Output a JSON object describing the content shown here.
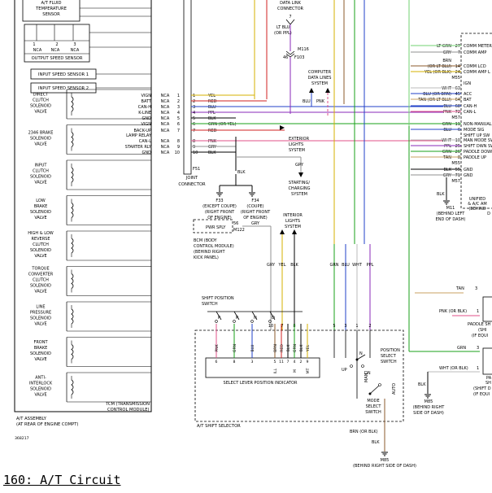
{
  "figure_caption": "160: A/T Circuit",
  "figure_code": "368217",
  "tcm": {
    "top_boxes": [
      {
        "key": "fluid",
        "lines": [
          "A/T FLUID",
          "TEMPERATURE",
          "SENSOR"
        ]
      },
      {
        "key": "out",
        "lines": [
          "OUTPUT SPEED SENSOR"
        ]
      },
      {
        "key": "in1",
        "lines": [
          "INPUT SPEED SENSOR 1"
        ]
      },
      {
        "key": "in2",
        "lines": [
          "INPUT SPEED SENSOR 2"
        ]
      }
    ],
    "output_pins": [
      "1",
      "2",
      "3"
    ],
    "output_nca": [
      "NCA",
      "NCA",
      "NCA"
    ],
    "solenoids": [
      {
        "key": "direct-clutch",
        "lines": [
          "DIRECT",
          "CLUTCH",
          "SOLENOID",
          "VALVE"
        ]
      },
      {
        "key": "2346-brake",
        "lines": [
          "2346 BRAKE",
          "SOLENOID",
          "VALVE"
        ]
      },
      {
        "key": "input-clutch",
        "lines": [
          "INPUT",
          "CLUTCH",
          "SOLENOID",
          "VALVE"
        ]
      },
      {
        "key": "low-brake",
        "lines": [
          "LOW",
          "BRAKE",
          "SOLENOID",
          "VALVE"
        ]
      },
      {
        "key": "high-low-reverse",
        "lines": [
          "HIGH & LOW",
          "REVERSE",
          "CLUTCH",
          "SOLENOID",
          "VALVE"
        ]
      },
      {
        "key": "torque-converter",
        "lines": [
          "TORQUE",
          "CONVERTER",
          "CLUTCH",
          "SOLENOID",
          "VALVE"
        ]
      },
      {
        "key": "line-pressure",
        "lines": [
          "LINE",
          "PRESSURE",
          "SOLENOID",
          "VALVE"
        ]
      },
      {
        "key": "front-brake",
        "lines": [
          "FRONT",
          "BRAKE",
          "SOLENOID",
          "VALVE"
        ]
      },
      {
        "key": "anti-interlock",
        "lines": [
          "ANTI-",
          "INTERLOCK",
          "SOLENOID",
          "VALVE"
        ]
      }
    ],
    "label": [
      "TCM (TRANSMISSION",
      "CONTROL MODULE)"
    ],
    "assembly": [
      "A/T ASSEMBLY",
      "(AT REAR OF ENGINE COMPT)"
    ]
  },
  "joint_connector": {
    "label": [
      "JOINT",
      "CONNECTOR"
    ],
    "rows": [
      {
        "signal": "VIGN",
        "nca": "NCA",
        "pin": "1",
        "right_pin": "1",
        "wire": "YEL",
        "color": "#d4b000"
      },
      {
        "signal": "BATT",
        "nca": "NCA",
        "pin": "2",
        "right_pin": "2",
        "wire": "RED",
        "color": "#d22020"
      },
      {
        "signal": "CAN-H",
        "nca": "NCA",
        "pin": "3",
        "right_pin": "3",
        "wire": "BLU",
        "color": "#2040c8"
      },
      {
        "signal": "K-LINE",
        "nca": "NCA",
        "pin": "4",
        "right_pin": "4",
        "wire": "PPL",
        "color": "#8a2ab8"
      },
      {
        "signal": "GND",
        "nca": "NCA",
        "pin": "5",
        "right_pin": "5",
        "wire": "BLK",
        "color": "#000000"
      },
      {
        "signal": "VIGN",
        "nca": "NCA",
        "pin": "6",
        "right_pin": "6",
        "wire": "GRN (OR YEL)",
        "color": "#18a018"
      },
      {
        "signal": "BACK-UP",
        "nca": "NCA",
        "pin": "7",
        "right_pin": "7",
        "wire": "RED",
        "color": "#d22020"
      },
      {
        "signal": "LAMP RELAY",
        "nca": "",
        "pin": "",
        "right_pin": "",
        "wire": "",
        "color": ""
      },
      {
        "signal": "CAN-L",
        "nca": "NCA",
        "pin": "8",
        "right_pin": "8",
        "wire": "PNK",
        "color": "#e0508a"
      },
      {
        "signal": "STARTER RLY",
        "nca": "NCA",
        "pin": "9",
        "right_pin": "9",
        "wire": "GRY",
        "color": "#909090"
      },
      {
        "signal": "GND",
        "nca": "NCA",
        "pin": "10",
        "right_pin": "10",
        "wire": "BLK",
        "color": "#000000"
      }
    ],
    "f51": "F51",
    "blk_label": "BLK"
  },
  "grounds": {
    "f33": [
      "F33",
      "(EXCEPT COUPE)",
      "(RIGHT FRONT",
      "OF ENGINE)"
    ],
    "f34": [
      "F34",
      "(COUPE)",
      "(RIGHT FRONT",
      "OF ENGINE)"
    ],
    "m11": [
      "M11",
      "(BEHIND LEFT",
      "END OF DASH)"
    ],
    "m85_left": [
      "M85",
      "(BEHIND RIGHT",
      "SIDE OF DASH)"
    ],
    "m85_bottom": [
      "M85",
      "(BEHIND RIGHT SIDE OF DASH)"
    ]
  },
  "top": {
    "dlc": [
      "DATA LINK",
      "CONNECTOR"
    ],
    "dlc_pin": "7",
    "dlc_wire": [
      "LT BLU",
      "(OR PPL)"
    ],
    "m116": "M116",
    "m116_pin": "46",
    "f103": "F103",
    "cdl": [
      "COMPUTER",
      "DATA LINES",
      "SYSTEM"
    ],
    "cdl_blu": "BLU",
    "cdl_pnk": "PNK",
    "ext": [
      "EXTERIOR",
      "LIGHTS",
      "SYSTEM"
    ],
    "gry": "GRY",
    "starting": [
      "STARTING/",
      "CHARGING",
      "SYSTEM"
    ]
  },
  "right_connector": {
    "rows": [
      {
        "wire": "LT GRN",
        "pin": "27",
        "label": "COMM METER",
        "color": "#70d070"
      },
      {
        "wire": "GRY",
        "pin": "7",
        "label": "COMM AMP",
        "color": "#909090"
      },
      {
        "wire": "BRN",
        "pin": "",
        "label": "",
        "color": "#8b5a2b"
      },
      {
        "wire": "(OR LT BLU)",
        "pin": "14",
        "label": "COMM LCD",
        "color": "#8b5a2b"
      },
      {
        "wire": "YEL (OR BLK)",
        "pin": "24",
        "label": "COMM AMP L",
        "color": "#d4b000"
      },
      {
        "wire": "",
        "pin": "M55",
        "label": "",
        "color": ""
      },
      {
        "wire": "",
        "pin": "",
        "label": "IGN",
        "color": ""
      },
      {
        "wire": "WHT",
        "pin": "63",
        "label": "",
        "color": "#bbbbbb"
      },
      {
        "wire": "BLU (OR BRN)",
        "pin": "45",
        "label": "ACC",
        "color": "#2040c8"
      },
      {
        "wire": "TAN (OR LT BLU)",
        "pin": "64",
        "label": "BAT",
        "color": "#c8a060"
      },
      {
        "wire": "BLU",
        "pin": "68",
        "label": "CAN-H",
        "color": "#2040c8"
      },
      {
        "wire": "PNK",
        "pin": "72",
        "label": "CAN-L",
        "color": "#e0508a"
      },
      {
        "wire": "",
        "pin": "M57",
        "label": "",
        "color": ""
      },
      {
        "wire": "GRN",
        "pin": "11",
        "label": "NON-MANUAL",
        "color": "#18a018"
      },
      {
        "wire": "BLU",
        "pin": "6",
        "label": "MODE SIG",
        "color": "#2040c8"
      },
      {
        "wire": "",
        "pin": "",
        "label": "SHIFT UP SW",
        "color": ""
      },
      {
        "wire": "WHT",
        "pin": "10",
        "label": "MAN MODE SW",
        "color": "#bbbbbb"
      },
      {
        "wire": "PPL",
        "pin": "25",
        "label": "SHIFT DWN SW",
        "color": "#8a2ab8"
      },
      {
        "wire": "GRN",
        "pin": "26",
        "label": "PADDLE DOWN",
        "color": "#18a018"
      },
      {
        "wire": "TAN",
        "pin": "8",
        "label": "PADDLE UP",
        "color": "#c8a060"
      },
      {
        "wire": "",
        "pin": "M55",
        "label": "",
        "color": ""
      },
      {
        "wire": "BLK",
        "pin": "55",
        "label": "GND",
        "color": "#000000"
      },
      {
        "wire": "GRY",
        "pin": "71",
        "label": "GND",
        "color": "#909090"
      },
      {
        "wire": "",
        "pin": "M57",
        "label": "",
        "color": ""
      }
    ],
    "unified": [
      "UNIFIED",
      "& A/C AM",
      "(BEHIND",
      "D"
    ]
  },
  "bcm": {
    "pwr_label": "PWR SPLY",
    "pwr_pin": "56",
    "pwr_wire": "GRY",
    "conn": "M122",
    "lines": [
      "BCM (BODY",
      "CONTROL MODULE)",
      "(BEHIND RIGHT",
      "KICK PANEL)"
    ]
  },
  "interior": [
    "INTERIOR",
    "LIGHTS",
    "SYSTEM"
  ],
  "selector_top": {
    "wires": [
      "GRY",
      "YEL",
      "BLK",
      "GRN",
      "BLU",
      "WHT",
      "PPL"
    ],
    "pins": [
      "10",
      "7",
      "8",
      "5",
      "3",
      "1",
      "2"
    ]
  },
  "shifter": {
    "shift_pos_switch": [
      "SHIFT POSITION",
      "SWITCH"
    ],
    "positions": [
      "P",
      "R",
      "N",
      "D"
    ],
    "bottom_wires": [
      "PNK",
      "GRN",
      "BLU",
      "BRN",
      "RED",
      "BLK",
      "GRN",
      "BLK",
      "YEL"
    ],
    "bottom_pins": [
      "6",
      "8",
      "3",
      "5",
      "11",
      "7",
      "4",
      "2",
      "9"
    ],
    "bottom_sigs": [
      "",
      "",
      "",
      "ILL",
      "",
      "",
      "M",
      "",
      "MT"
    ],
    "indicator": "SELECT LEVER POSITION INDICATOR",
    "selector": "A/T SHIFT SELECTOR",
    "position_select": [
      "POSITION",
      "SELECT",
      "SWITCH"
    ],
    "n_label": "N",
    "up_label": "UP",
    "dn_label": "DN",
    "mode_select": [
      "MODE",
      "SELECT",
      "SWITCH"
    ],
    "man": "MAN",
    "auto": "AUTO",
    "brn_blk": "BRN (OR BLK)",
    "blk": "BLK"
  },
  "paddle": {
    "tan": "TAN",
    "tan_pin": "3",
    "pnk": "PNK (OR BLK)",
    "pnk_pin": "1",
    "grn": "GRN",
    "grn_pin": "3",
    "wht": "WHT (OR BLK)",
    "wht_pin": "1",
    "upper_lines": [
      "PADDLE SH",
      "(SHI",
      "(IF EQUI"
    ],
    "lower_lines": [
      "PA",
      "SH",
      "(SHIFT D",
      "(IF EQUI"
    ],
    "blk": "BLK"
  }
}
